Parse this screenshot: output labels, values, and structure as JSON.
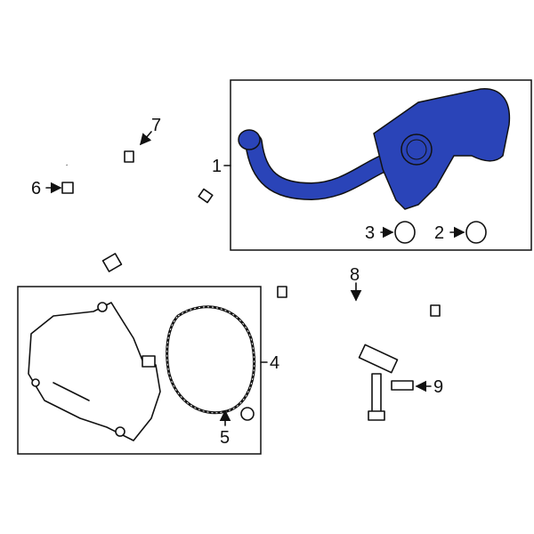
{
  "callouts": {
    "c1": "1",
    "c2": "2",
    "c3": "3",
    "c4": "4",
    "c5": "5",
    "c6": "6",
    "c7": "7",
    "c8": "8",
    "c9": "9"
  },
  "colors": {
    "highlight_part": "#2a44b8",
    "outline": "#111111"
  }
}
